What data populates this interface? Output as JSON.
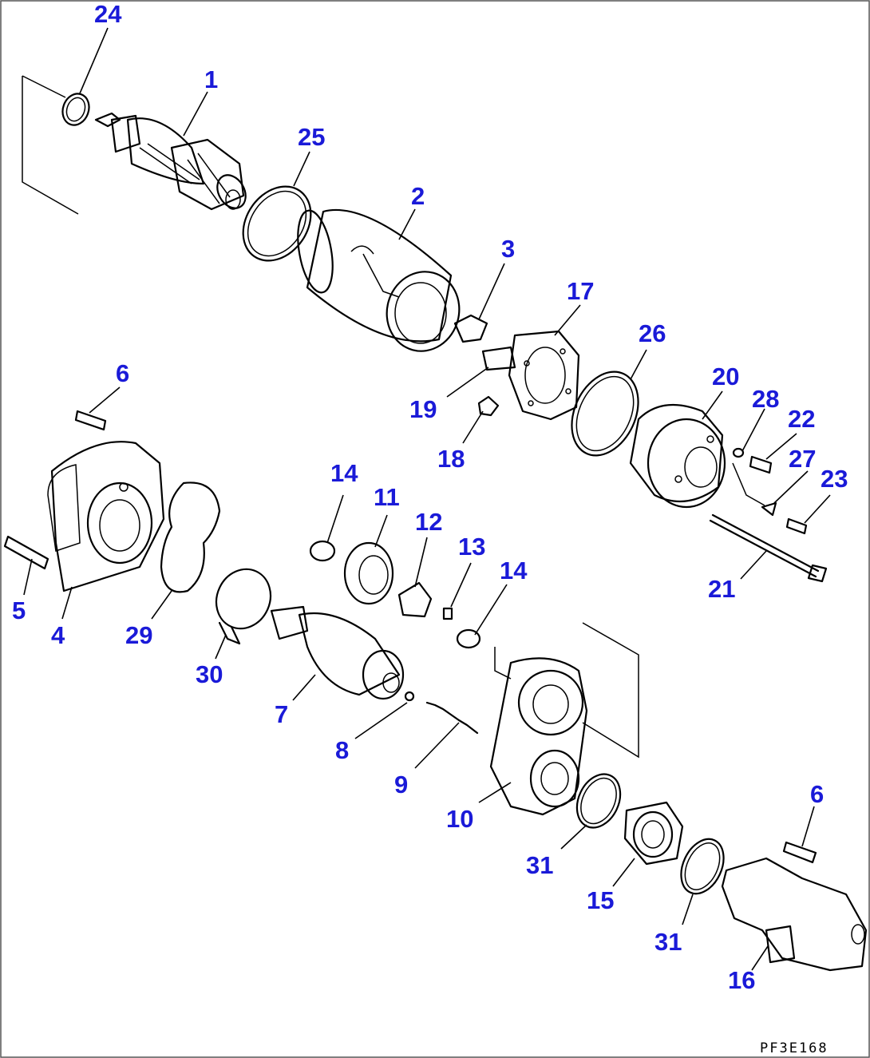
{
  "diagram": {
    "callouts": {
      "c1": "1",
      "c2": "2",
      "c3": "3",
      "c4": "4",
      "c5": "5",
      "c6a": "6",
      "c6b": "6",
      "c7": "7",
      "c8": "8",
      "c9": "9",
      "c10": "10",
      "c11": "11",
      "c12": "12",
      "c13": "13",
      "c14a": "14",
      "c14b": "14",
      "c15": "15",
      "c16": "16",
      "c17": "17",
      "c18": "18",
      "c19": "19",
      "c20": "20",
      "c21": "21",
      "c22": "22",
      "c23": "23",
      "c24": "24",
      "c25": "25",
      "c26": "26",
      "c27": "27",
      "c28": "28",
      "c29": "29",
      "c30": "30",
      "c31a": "31",
      "c31b": "31"
    },
    "drawing_code": "PF3E168"
  }
}
